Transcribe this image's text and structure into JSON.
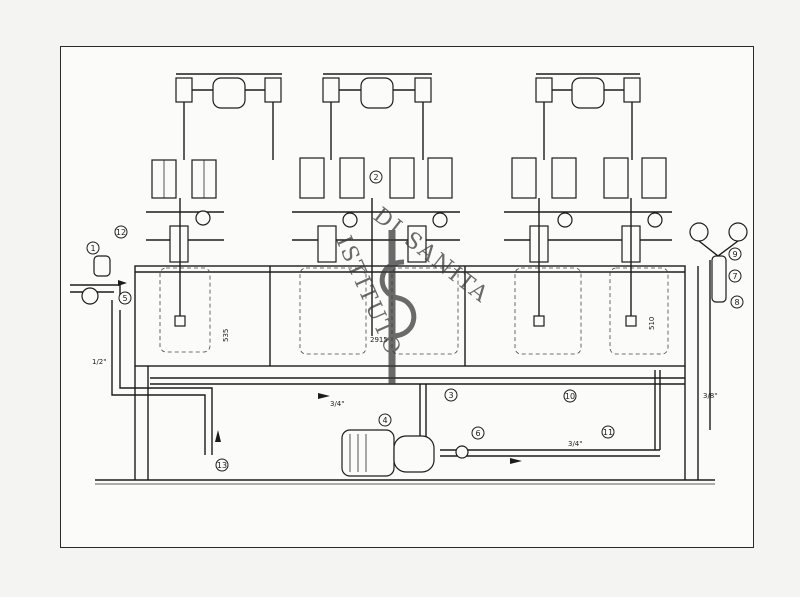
{
  "drawing": {
    "callouts": [
      "1",
      "2",
      "3",
      "4",
      "5",
      "6",
      "7",
      "8",
      "9",
      "10",
      "11",
      "12",
      "13"
    ],
    "dimensions": {
      "pipe_a": "1/2\"",
      "pipe_b": "3/4\"",
      "pipe_c": "3/4\"",
      "pipe_d": "3/8\"",
      "tank_height_left": "535",
      "tank_height_right": "510",
      "tank_span": "2915"
    },
    "stamp": {
      "top_text": "DI SANITA",
      "left_text": "ISTITUTO"
    },
    "colors": {
      "ink": "#1c1c1c",
      "paper": "#fbfbfa",
      "background": "#f4f4f2"
    }
  }
}
